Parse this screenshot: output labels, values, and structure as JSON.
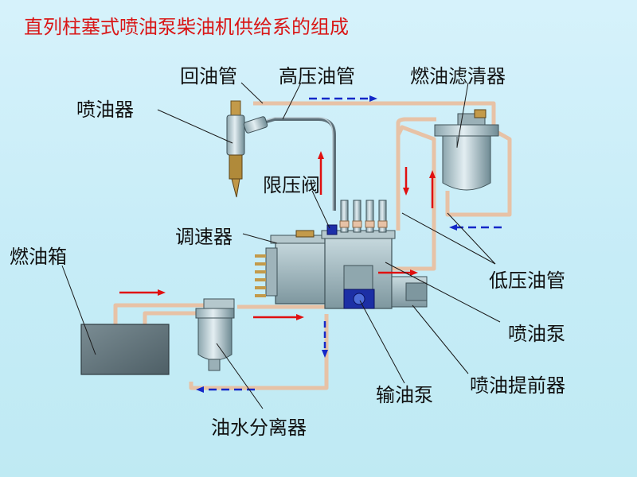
{
  "title": "直列柱塞式喷油泵柴油机供给系的组成",
  "labels": {
    "return_pipe": "回油管",
    "high_pressure_pipe": "高压油管",
    "fuel_filter": "燃油滤清器",
    "injector": "喷油器",
    "pressure_limit_valve": "限压阀",
    "governor": "调速器",
    "fuel_tank": "燃油箱",
    "low_pressure_pipe": "低压油管",
    "injection_pump": "喷油泵",
    "injection_advance_device": "喷油提前器",
    "transfer_pump": "输油泵",
    "water_separator": "油水分离器"
  },
  "colors": {
    "title": "#d91616",
    "flow_red": "#e01010",
    "flow_blue": "#1428c8",
    "pipe": "#e7c2a6"
  }
}
